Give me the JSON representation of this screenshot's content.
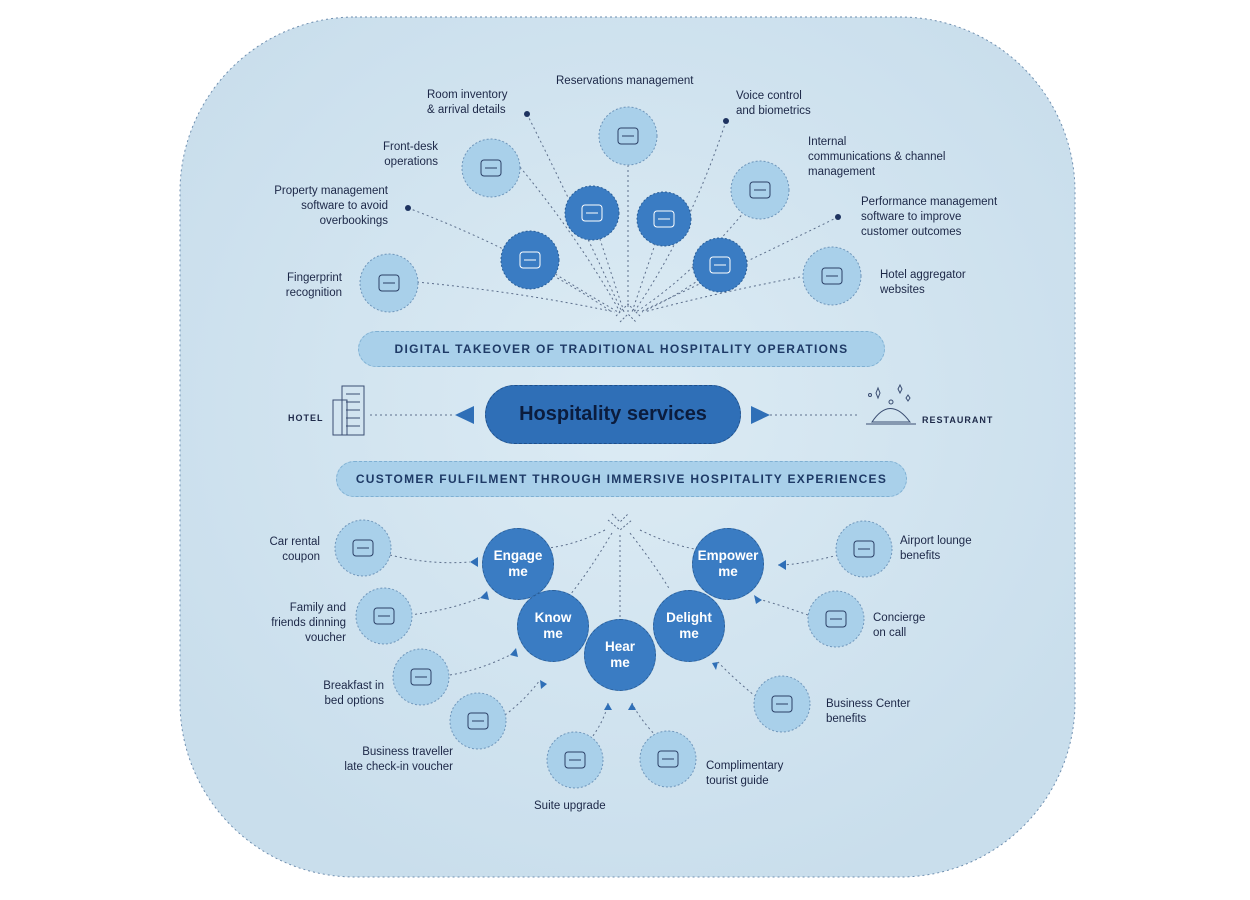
{
  "core": {
    "title": "Hospitality services"
  },
  "bands": {
    "top": "DIGITAL TAKEOVER OF TRADITIONAL HOSPITALITY OPERATIONS",
    "bottom": "CUSTOMER FULFILMENT THROUGH IMMERSIVE HOSPITALITY EXPERIENCES"
  },
  "sides": {
    "left": "HOTEL",
    "right": "RESTAURANT"
  },
  "operations": [
    {
      "lines": [
        "Fingerprint",
        "recognition"
      ]
    },
    {
      "lines": [
        "Property management",
        "software to avoid",
        "overbookings"
      ]
    },
    {
      "lines": [
        "Front-desk",
        "operations"
      ]
    },
    {
      "lines": [
        "Room inventory",
        "& arrival details"
      ]
    },
    {
      "lines": [
        "Reservations management"
      ]
    },
    {
      "lines": [
        "Voice control",
        "and biometrics"
      ]
    },
    {
      "lines": [
        "Internal",
        "communications & channel",
        "management"
      ]
    },
    {
      "lines": [
        "Performance management",
        "software to improve",
        "customer outcomes"
      ]
    },
    {
      "lines": [
        "Hotel aggregator",
        "websites"
      ]
    }
  ],
  "pillars": [
    {
      "lines": [
        "Engage",
        "me"
      ]
    },
    {
      "lines": [
        "Know",
        "me"
      ]
    },
    {
      "lines": [
        "Hear",
        "me"
      ]
    },
    {
      "lines": [
        "Delight",
        "me"
      ]
    },
    {
      "lines": [
        "Empower",
        "me"
      ]
    }
  ],
  "benefits": [
    {
      "lines": [
        "Car rental",
        "coupon"
      ]
    },
    {
      "lines": [
        "Family and",
        "friends dinning",
        "voucher"
      ]
    },
    {
      "lines": [
        "Breakfast in",
        "bed options"
      ]
    },
    {
      "lines": [
        "Business traveller",
        "late check-in voucher"
      ]
    },
    {
      "lines": [
        "Suite upgrade"
      ]
    },
    {
      "lines": [
        "Complimentary",
        "tourist guide"
      ]
    },
    {
      "lines": [
        "Business Center",
        "benefits"
      ]
    },
    {
      "lines": [
        "Concierge",
        "on call"
      ]
    },
    {
      "lines": [
        "Airport lounge",
        "benefits"
      ]
    }
  ],
  "colors": {
    "panel": "#d1e4f0",
    "circle_light": "#a9d0ea",
    "circle_dark": "#3a7cc3",
    "accent": "#2f6fb7"
  }
}
